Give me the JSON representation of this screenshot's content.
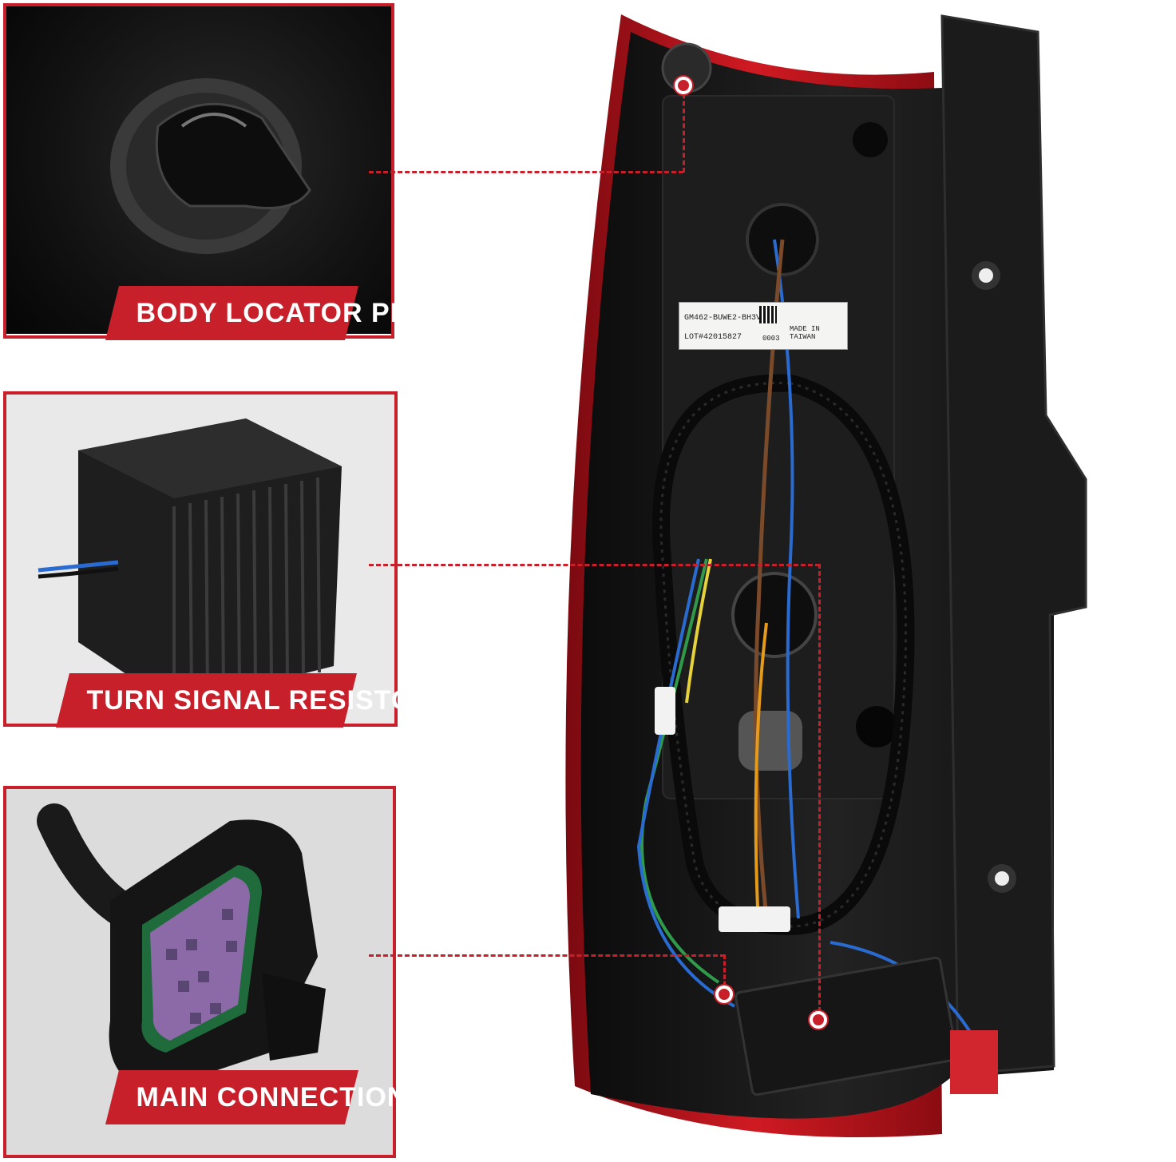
{
  "callouts": [
    {
      "label": "BODY LOCATOR PIN"
    },
    {
      "label": "TURN SIGNAL RESISTOR"
    },
    {
      "label": "MAIN CONNECTION"
    }
  ],
  "sticker": {
    "part_no": "GM462-BUWE2-BH3V",
    "lot": "LOT#42015827",
    "origin": "MADE IN TAIWAN",
    "code": "0003"
  },
  "colors": {
    "accent": "#c8202a",
    "housing": "#141414",
    "lens": "#b3141c"
  }
}
